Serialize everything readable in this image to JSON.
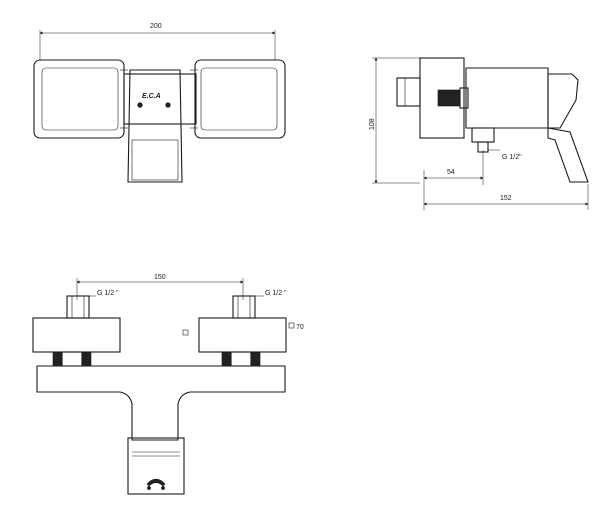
{
  "front_view": {
    "width_label": "200",
    "logo_text": "E.C.A"
  },
  "side_view": {
    "height_label": "108",
    "depth_label": "152",
    "offset_label": "54",
    "thread_label": "G 1/2\""
  },
  "bottom_view": {
    "spacing_label": "150",
    "thread_left_label": "G 1/2 \"",
    "thread_right_label": "G 1/2 \"",
    "square_label": "70"
  }
}
